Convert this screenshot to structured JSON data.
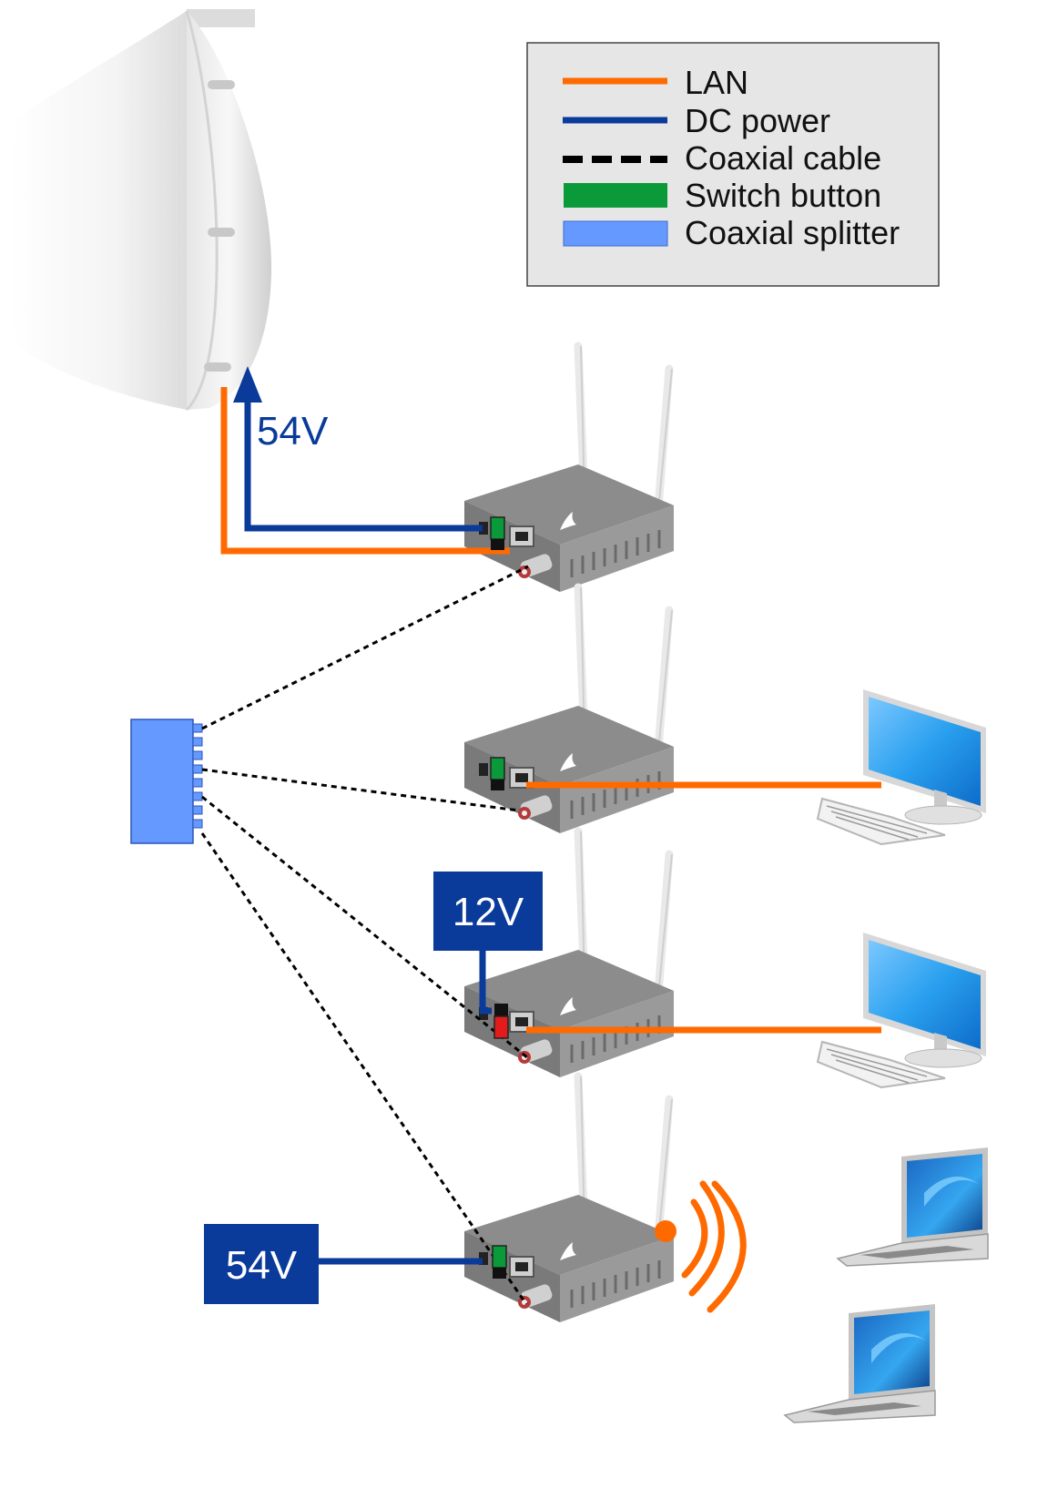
{
  "legend": {
    "items": [
      {
        "label": "LAN",
        "kind": "line",
        "color": "#ff6a00"
      },
      {
        "label": "DC power",
        "kind": "line",
        "color": "#0a3a9a"
      },
      {
        "label": "Coaxial cable",
        "kind": "dashed",
        "color": "#000000"
      },
      {
        "label": "Switch button",
        "kind": "box",
        "color": "#0a9a3a"
      },
      {
        "label": "Coaxial splitter",
        "kind": "box",
        "color": "#6699ff"
      }
    ]
  },
  "power_labels": {
    "antenna": "54V",
    "adapter_12v": "12V",
    "injector_54v": "54V"
  },
  "colors": {
    "lan": "#ff6a00",
    "dc": "#0a3a9a",
    "switch_on": "#0a9a3a",
    "switch_off": "#e41b1b",
    "splitter": "#6699ff",
    "device": "#8e8e8e",
    "wifi": "#ff6a00"
  },
  "icons": [
    "outdoor-antenna-icon",
    "router-icon",
    "desktop-computer-icon",
    "keyboard-icon",
    "laptop-icon",
    "wifi-waves-icon"
  ]
}
